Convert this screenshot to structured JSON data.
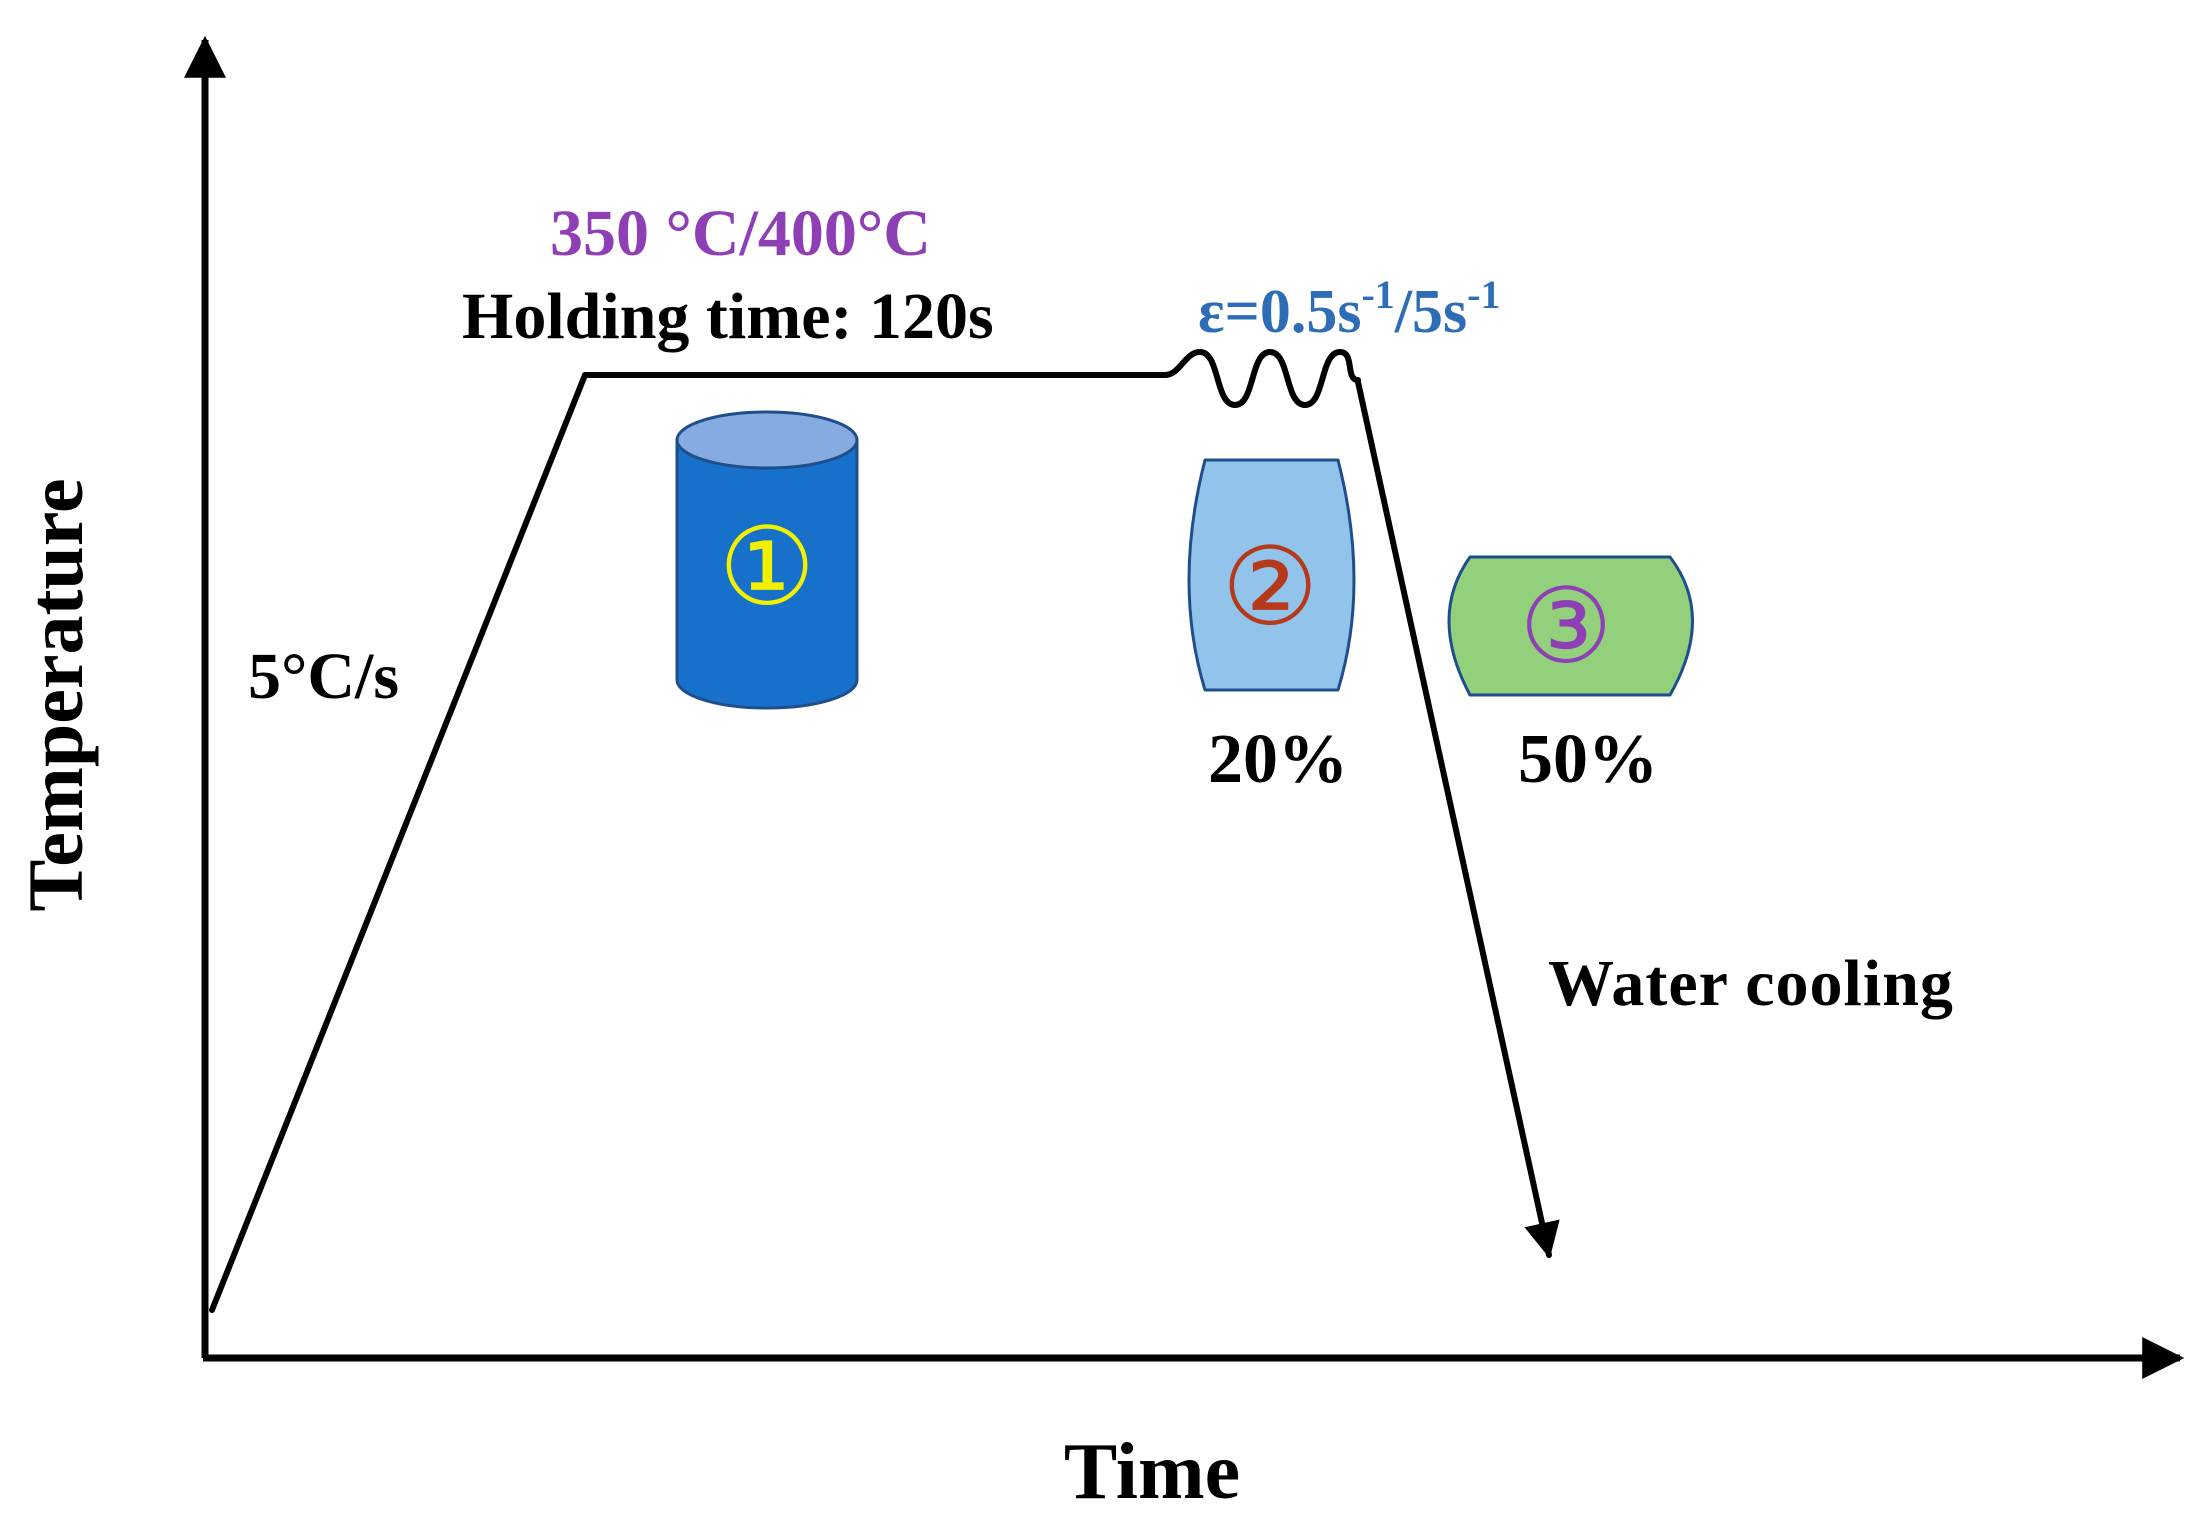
{
  "axes": {
    "y_label": "Temperature",
    "x_label": "Time"
  },
  "annotations": {
    "temperature": "350 °C/400°C",
    "holding_time": "Holding time: 120s",
    "heating_rate": "5°C/s",
    "strain_rate_prefix": "ε=0.5s",
    "strain_rate_exp1": "-1",
    "strain_rate_mid": "/5s",
    "strain_rate_exp2": "-1",
    "cooling": "Water cooling"
  },
  "samples": [
    {
      "marker": "①",
      "label": ""
    },
    {
      "marker": "②",
      "label": "20%"
    },
    {
      "marker": "③",
      "label": "50%"
    }
  ],
  "colors": {
    "axis": "#000000",
    "curve": "#000000",
    "temperature_text": "#8e3fb5",
    "strain_rate_text": "#2e6db5",
    "sample1_body": "#1770c9",
    "sample1_top": "#86abe0",
    "sample1_marker": "#f0f000",
    "sample2_body": "#92c3eb",
    "sample2_marker": "#b5391a",
    "sample3_body": "#92d07c",
    "sample3_marker": "#8e3fb5",
    "sample_stroke": "#1f4e8c"
  }
}
